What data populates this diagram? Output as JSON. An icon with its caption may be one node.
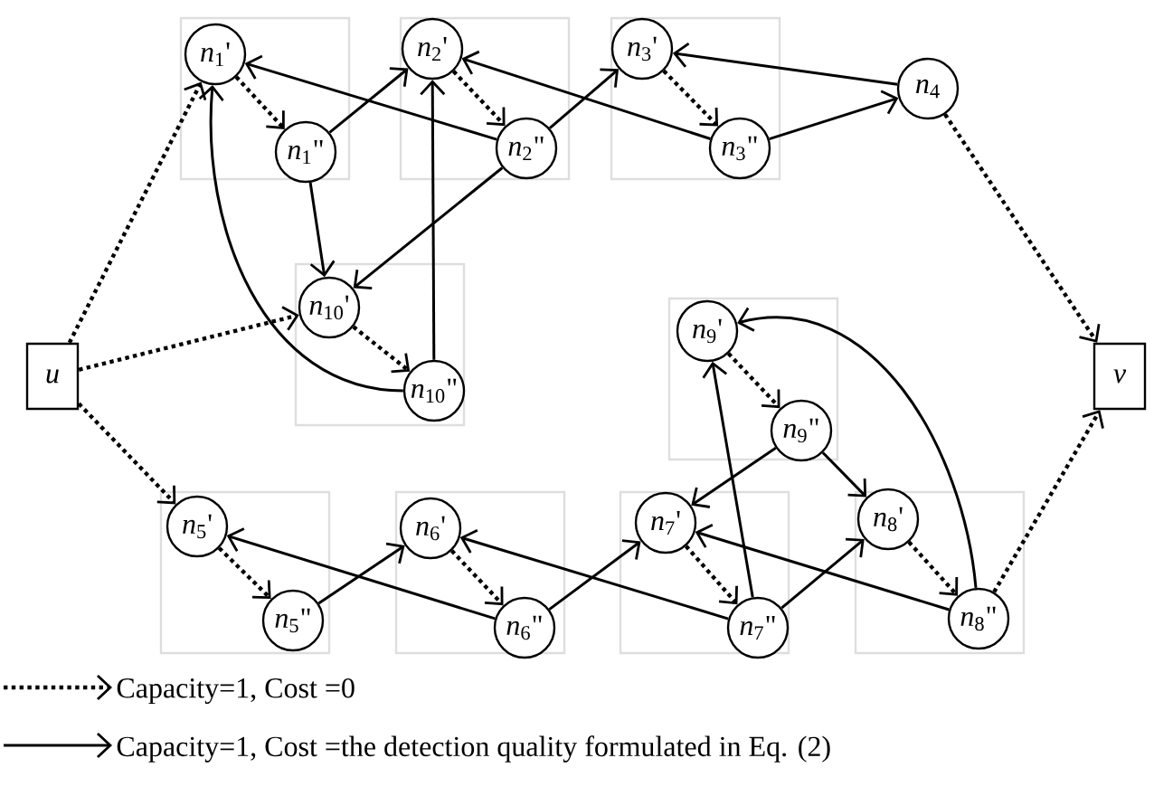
{
  "diagram": {
    "nodes": [
      {
        "text": [],
        "shape": "box"
      },
      {
        "text": [
          "*n*$_{1}$'"
        ],
        "in": 0
      },
      {
        "text": [
          "*n*$_{1}$\""
        ],
        "in": 0
      },
      {
        "text": [],
        "shape": "box"
      },
      {
        "text": [
          "*n*$_{2}$'"
        ],
        "in": 3
      },
      {
        "text": [
          "*n*$_{2}$\""
        ],
        "in": 3
      },
      {
        "text": [],
        "shape": "box"
      },
      {
        "text": [
          "*n*$_{3}$'"
        ],
        "in": 6
      },
      {
        "text": [
          "*n*$_{3}$\""
        ],
        "in": 6
      },
      {
        "text": [
          "*n*$_{4}$"
        ]
      },
      {
        "text": [
          "*u*"
        ]
      },
      {
        "text": [],
        "shape": "box"
      },
      {
        "text": [
          "*n*$_{10}$'"
        ],
        "in": 11
      },
      {
        "text": [
          "*n*$_{10}$\""
        ],
        "in": 11
      },
      {
        "text": [
          "*v*"
        ]
      },
      {
        "text": [],
        "shape": "box"
      },
      {
        "text": [
          "*n*$_{9}$'"
        ],
        "in": 15
      },
      {
        "text": [
          "*n*$_{9}$\""
        ],
        "in": 15
      },
      {
        "text": [],
        "shape": "box"
      },
      {
        "text": [
          "*n*$_{5}$'"
        ],
        "in": 18
      },
      {
        "text": [
          "*n*$_{5}$\""
        ],
        "in": 18
      },
      {
        "text": [],
        "shape": "box"
      },
      {
        "text": [
          "*n*$_{6}$'"
        ],
        "in": 21
      },
      {
        "text": [
          "*n*$_{6}$\""
        ],
        "in": 21
      },
      {
        "text": [],
        "shape": "box"
      },
      {
        "text": [
          "*n*$_{7}$'"
        ],
        "in": 24
      },
      {
        "text": [
          "*n*$_{7}$\""
        ],
        "in": 24
      },
      {
        "text": [],
        "shape": "box"
      },
      {
        "text": [
          "*n*$_{8}$'"
        ],
        "in": 27
      },
      {
        "text": [
          "*n*$_{8}$\""
        ],
        "in": 27
      }
    ],
    "edges": [
      {
        "from": 10,
        "to": 1,
        "arrow": "to",
        "style": "dashed"
      },
      {
        "from": 10,
        "to": 12,
        "arrow": "to",
        "style": "dashed"
      },
      {
        "from": 10,
        "to": 19,
        "arrow": "to",
        "style": "dashed"
      },
      {
        "from": 9,
        "to": 14,
        "arrow": "to",
        "style": "dashed"
      },
      {
        "from": 29,
        "to": 14,
        "arrow": "to",
        "style": "dashed"
      },
      {
        "from": 1,
        "to": 2,
        "arrow": "to",
        "style": "dashed"
      },
      {
        "from": 4,
        "to": 5,
        "arrow": "to",
        "style": "dashed"
      },
      {
        "from": 7,
        "to": 8,
        "arrow": "to",
        "style": "dashed"
      },
      {
        "from": 12,
        "to": 13,
        "arrow": "to",
        "style": "dashed"
      },
      {
        "from": 16,
        "to": 17,
        "arrow": "to",
        "style": "dashed"
      },
      {
        "from": 19,
        "to": 20,
        "arrow": "to",
        "style": "dashed"
      },
      {
        "from": 22,
        "to": 23,
        "arrow": "to",
        "style": "dashed"
      },
      {
        "from": 25,
        "to": 26,
        "arrow": "to",
        "style": "dashed"
      },
      {
        "from": 28,
        "to": 29,
        "arrow": "to",
        "style": "dashed"
      },
      {
        "from": 2,
        "to": 4,
        "arrow": "to"
      },
      {
        "from": 2,
        "to": 12,
        "arrow": "to"
      },
      {
        "from": 5,
        "to": 1,
        "arrow": "to"
      },
      {
        "from": 5,
        "to": 7,
        "arrow": "to"
      },
      {
        "from": 5,
        "to": 12,
        "arrow": "to"
      },
      {
        "from": 8,
        "to": 4,
        "arrow": "to"
      },
      {
        "from": 8,
        "to": 9,
        "arrow": "to"
      },
      {
        "from": 9,
        "to": 7,
        "arrow": "to"
      },
      {
        "from": 13,
        "to": 1,
        "arrow": "to"
      },
      {
        "from": 13,
        "to": 4,
        "arrow": "to"
      },
      {
        "from": 20,
        "to": 22,
        "arrow": "to"
      },
      {
        "from": 23,
        "to": 19,
        "arrow": "to"
      },
      {
        "from": 23,
        "to": 25,
        "arrow": "to"
      },
      {
        "from": 26,
        "to": 22,
        "arrow": "to"
      },
      {
        "from": 26,
        "to": 28,
        "arrow": "to"
      },
      {
        "from": 26,
        "to": 16,
        "arrow": "to"
      },
      {
        "from": 17,
        "to": 25,
        "arrow": "to"
      },
      {
        "from": 17,
        "to": 28,
        "arrow": "to"
      },
      {
        "from": 29,
        "to": 25,
        "arrow": "to"
      },
      {
        "from": 29,
        "to": 16,
        "arrow": "to"
      }
    ],
    "legend": [
      {
        "text": "Capacity=1, Cost =0"
      },
      {
        "text": "Capacity=1, Cost =the detection quality formulated in Eq. (2)"
      }
    ]
  }
}
